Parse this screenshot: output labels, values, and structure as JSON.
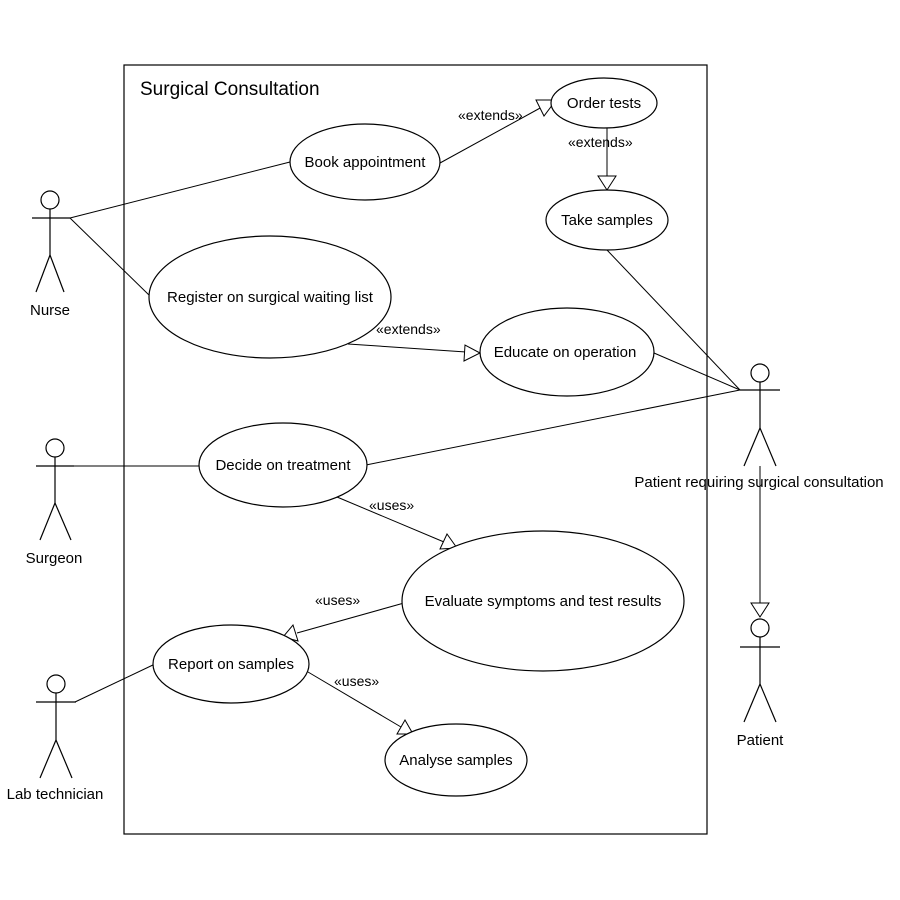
{
  "system": {
    "title": "Surgical Consultation"
  },
  "actors": {
    "nurse": "Nurse",
    "surgeon": "Surgeon",
    "lab_technician": "Lab technician",
    "patient_requiring": "Patient requiring surgical consultation",
    "patient": "Patient"
  },
  "use_cases": {
    "order_tests": "Order tests",
    "book_appointment": "Book appointment",
    "take_samples": "Take samples",
    "register_waiting_list": "Register on surgical waiting list",
    "educate_operation": "Educate on operation",
    "decide_treatment": "Decide on treatment",
    "evaluate_symptoms": "Evaluate symptoms and test results",
    "report_samples": "Report on samples",
    "analyse_samples": "Analyse samples"
  },
  "stereotypes": {
    "extends_book_order": "«extends»",
    "extends_order_take": "«extends»",
    "extends_register_educate": "«extends»",
    "uses_decide_evaluate": "«uses»",
    "uses_evaluate_report": "«uses»",
    "uses_report_analyse": "«uses»"
  }
}
